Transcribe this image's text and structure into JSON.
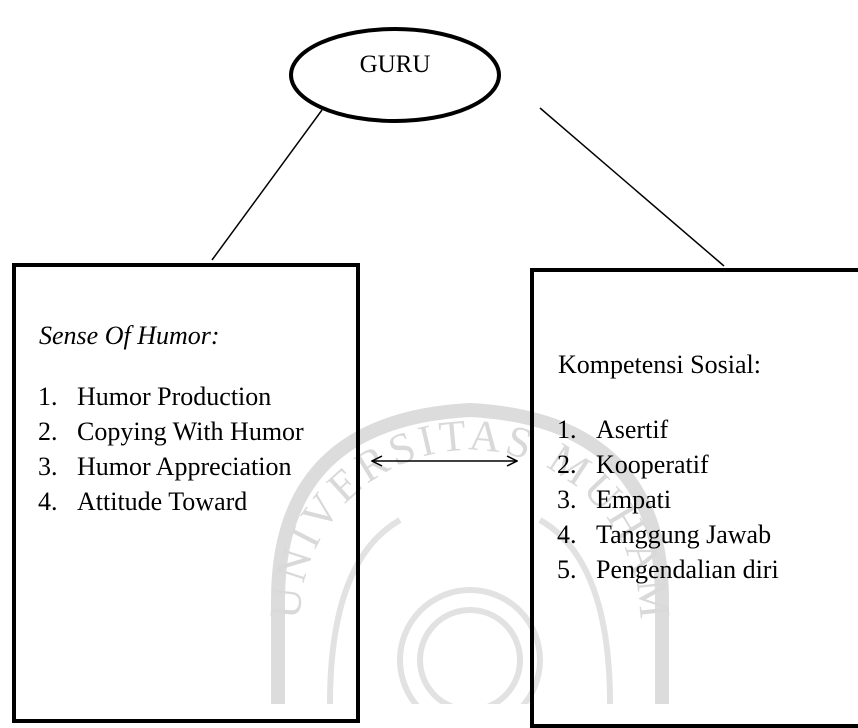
{
  "center_node": {
    "label": "GURU"
  },
  "left_box": {
    "title": "Sense Of Humor:",
    "items": [
      {
        "num": "1.",
        "text": "Humor Production"
      },
      {
        "num": "2.",
        "text": "Copying With Humor"
      },
      {
        "num": "3.",
        "text": "Humor Appreciation"
      },
      {
        "num": "4.",
        "text": "Attitude Toward"
      }
    ]
  },
  "right_box": {
    "title": "Kompetensi Sosial:",
    "items": [
      {
        "num": "1.",
        "text": "Asertif"
      },
      {
        "num": "2.",
        "text": "Kooperatif"
      },
      {
        "num": "3.",
        "text": "Empati"
      },
      {
        "num": "4.",
        "text": "Tanggung Jawab"
      },
      {
        "num": "5.",
        "text": "Pengendalian diri"
      }
    ]
  },
  "watermark": {
    "text": "UNIVERSITAS MUHAMMADIYAH",
    "color": "#d9d9d9"
  }
}
